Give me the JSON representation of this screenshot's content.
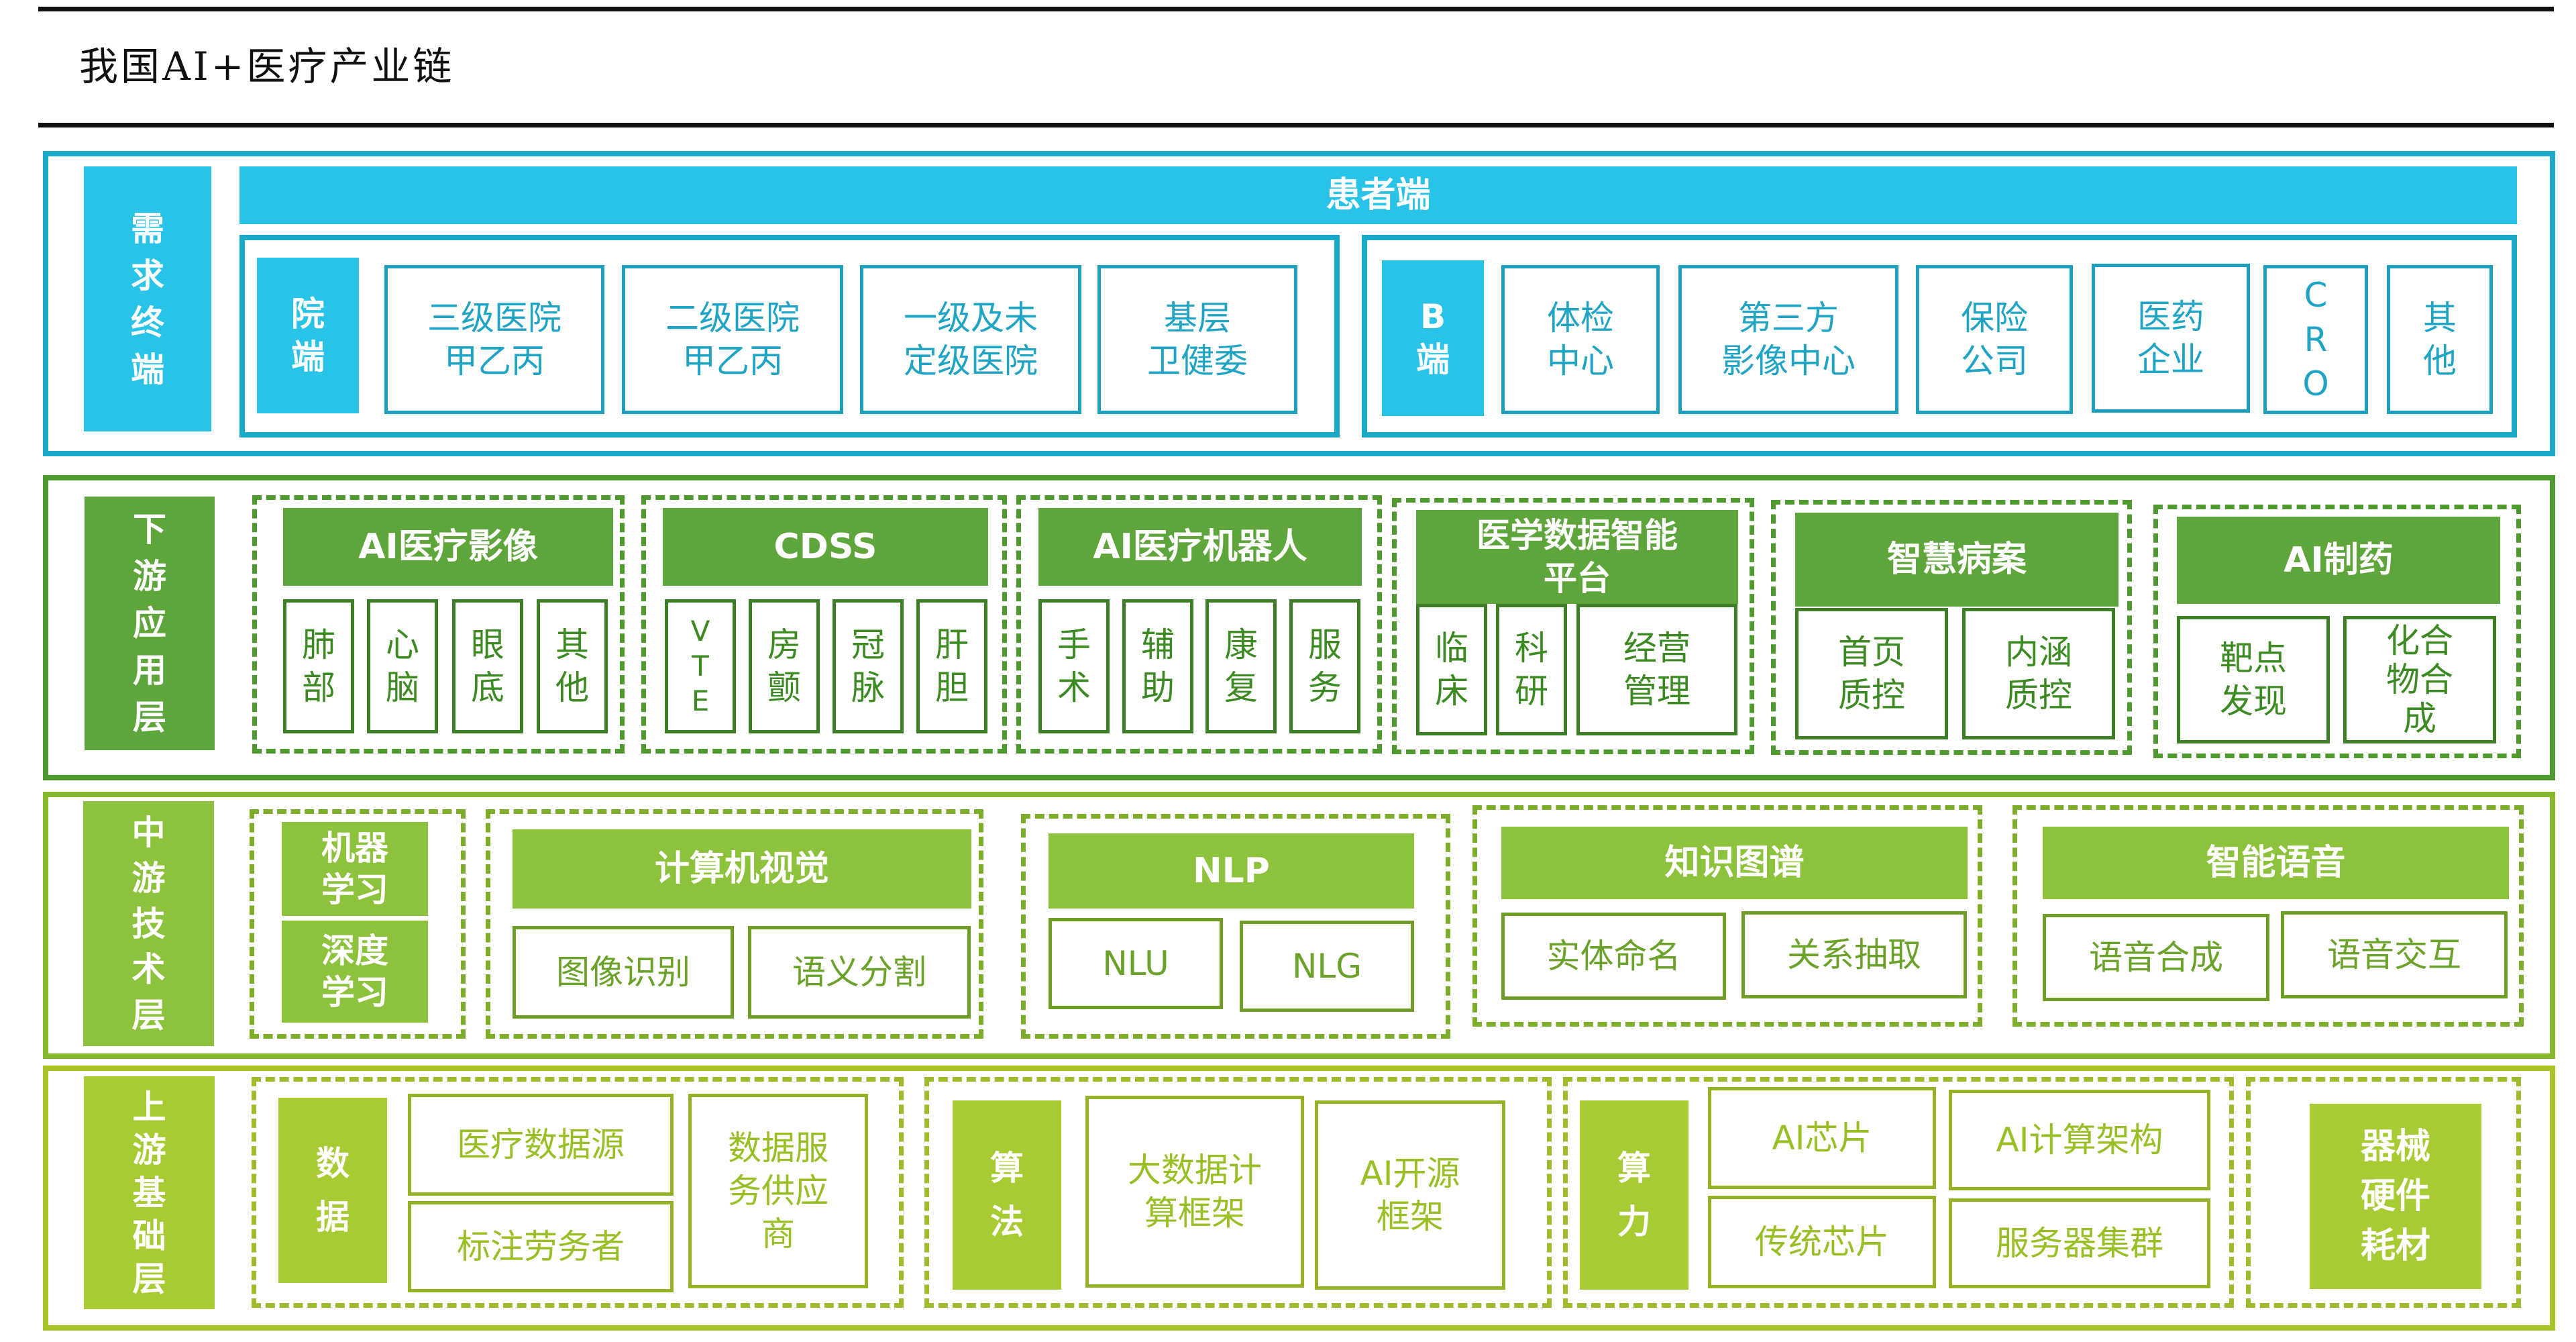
{
  "title": "我国AI+医疗产业链",
  "demand": {
    "side_label": [
      "需",
      "求",
      "终",
      "端"
    ],
    "patient_header": "患者端",
    "hospital_group": {
      "label": [
        "院",
        "端"
      ],
      "items": [
        [
          "三级医院",
          "甲乙丙"
        ],
        [
          "二级医院",
          "甲乙丙"
        ],
        [
          "一级及未",
          "定级医院"
        ],
        [
          "基层",
          "卫健委"
        ]
      ]
    },
    "b_group": {
      "label": [
        "B",
        "端"
      ],
      "items": [
        [
          "体检",
          "中心"
        ],
        [
          "第三方",
          "影像中心"
        ],
        [
          "保险",
          "公司"
        ],
        [
          "医药",
          "企业"
        ],
        [
          "C",
          "R",
          "O"
        ],
        [
          "其",
          "他"
        ]
      ]
    }
  },
  "downstream": {
    "side_label": [
      "下",
      "游",
      "应",
      "用",
      "层"
    ],
    "groups": [
      {
        "header": "AI医疗影像",
        "items": [
          [
            "肺",
            "部"
          ],
          [
            "心",
            "脑"
          ],
          [
            "眼",
            "底"
          ],
          [
            "其",
            "他"
          ]
        ]
      },
      {
        "header": "CDSS",
        "items": [
          [
            "V",
            "T",
            "E"
          ],
          [
            "房",
            "颤"
          ],
          [
            "冠",
            "脉"
          ],
          [
            "肝",
            "胆"
          ]
        ]
      },
      {
        "header": "AI医疗机器人",
        "items": [
          [
            "手",
            "术"
          ],
          [
            "辅",
            "助"
          ],
          [
            "康",
            "复"
          ],
          [
            "服",
            "务"
          ]
        ]
      },
      {
        "header": "医学数据智能平台",
        "items": [
          [
            "临",
            "床"
          ],
          [
            "科",
            "研"
          ],
          [
            "经营",
            "管理"
          ]
        ]
      },
      {
        "header": "智慧病案",
        "items": [
          [
            "首页",
            "质控"
          ],
          [
            "内涵",
            "质控"
          ]
        ]
      },
      {
        "header": "AI制药",
        "items": [
          [
            "靶点",
            "发现"
          ],
          [
            "化合",
            "物合",
            "成"
          ]
        ]
      }
    ]
  },
  "midstream": {
    "side_label": [
      "中",
      "游",
      "技",
      "术",
      "层"
    ],
    "ml_items": [
      [
        "机器",
        "学习"
      ],
      [
        "深度",
        "学习"
      ]
    ],
    "groups": [
      {
        "header": "计算机视觉",
        "items": [
          "图像识别",
          "语义分割"
        ]
      },
      {
        "header": "NLP",
        "items": [
          "NLU",
          "NLG"
        ]
      },
      {
        "header": "知识图谱",
        "items": [
          "实体命名",
          "关系抽取"
        ]
      },
      {
        "header": "智能语音",
        "items": [
          "语音合成",
          "语音交互"
        ]
      }
    ]
  },
  "upstream": {
    "side_label": [
      "上",
      "游",
      "基",
      "础",
      "层"
    ],
    "data_group": {
      "label": [
        "数",
        "据"
      ],
      "items": [
        "医疗数据源",
        "标注劳务者"
      ],
      "side_item": [
        "数据服",
        "务供应",
        "商"
      ]
    },
    "algo_group": {
      "label": [
        "算",
        "法"
      ],
      "items": [
        [
          "大数据计",
          "算框架"
        ],
        [
          "AI开源",
          "框架"
        ]
      ]
    },
    "compute_group": {
      "label": [
        "算",
        "力"
      ],
      "items": [
        "AI芯片",
        "AI计算架构",
        "传统芯片",
        "服务器集群"
      ]
    },
    "hardware": [
      "器械",
      "硬件",
      "耗材"
    ]
  },
  "colors": {
    "demand": "#29c3e8",
    "downstream": "#5ea53b",
    "midstream": "#8cc23c",
    "upstream": "#a6cb33"
  }
}
